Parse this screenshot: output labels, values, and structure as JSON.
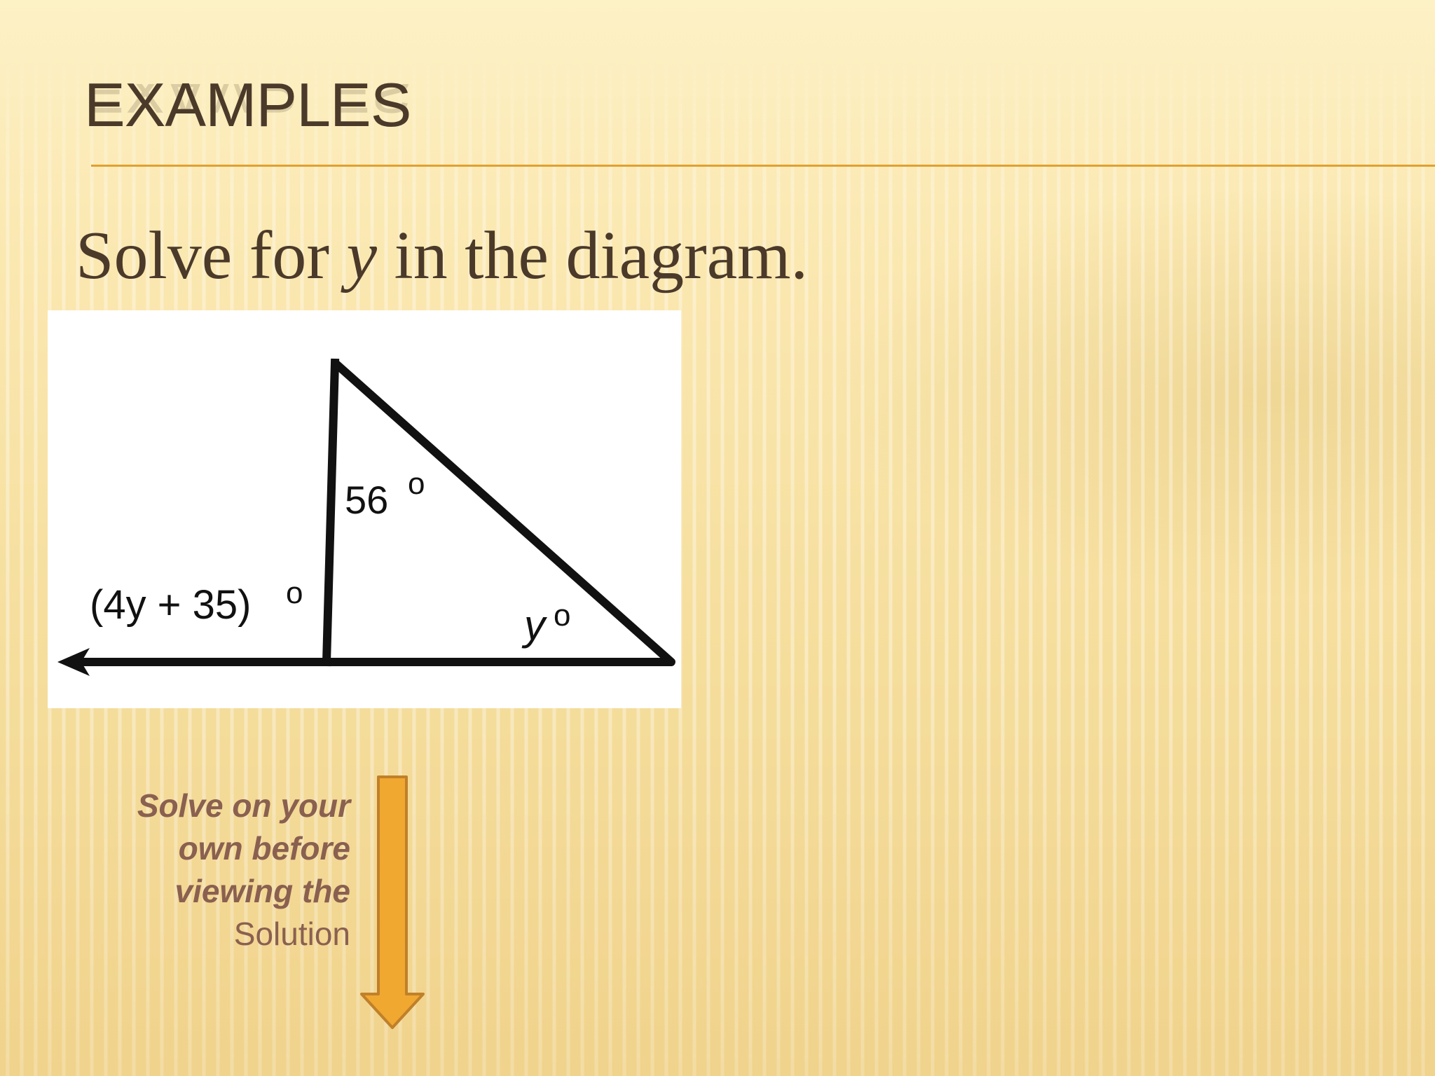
{
  "slide": {
    "title": "EXAMPLES",
    "subtitle_before": "Solve for ",
    "subtitle_var": "y",
    "subtitle_after": " in the diagram.",
    "note_line1": "Solve on your",
    "note_line2": "own before",
    "note_line3": "viewing the",
    "note_line4": "Solution"
  },
  "diagram": {
    "top_angle_label": "56",
    "bottom_right_angle_label": "y",
    "exterior_angle_label": "(4y + 35)",
    "degree_symbol": "o"
  },
  "colors": {
    "title_text": "#4b3a2a",
    "rule": "#e0a030",
    "note_text": "#8a6050",
    "arrow_fill": "#f0a830",
    "arrow_stroke": "#c0802a"
  }
}
